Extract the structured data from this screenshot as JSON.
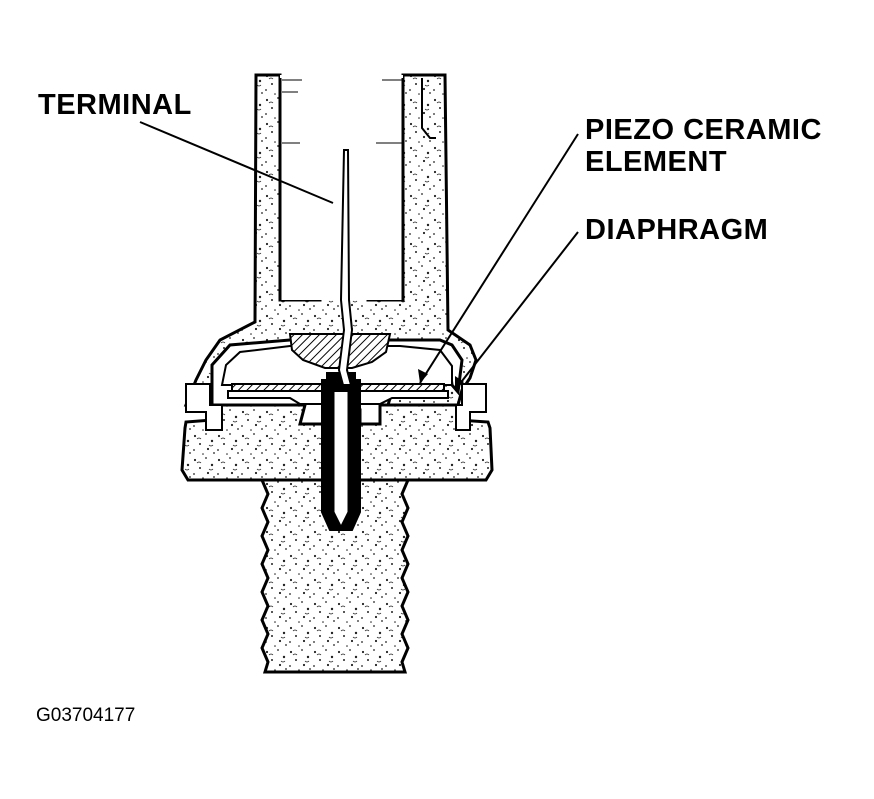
{
  "labels": {
    "terminal": "TERMINAL",
    "piezo_line1": "PIEZO CERAMIC",
    "piezo_line2": "ELEMENT",
    "diaphragm": "DIAPHRAGM"
  },
  "figure_id": "G03704177",
  "colors": {
    "ink": "#000000",
    "fill": "#ffffff",
    "speckle": "#222222"
  }
}
